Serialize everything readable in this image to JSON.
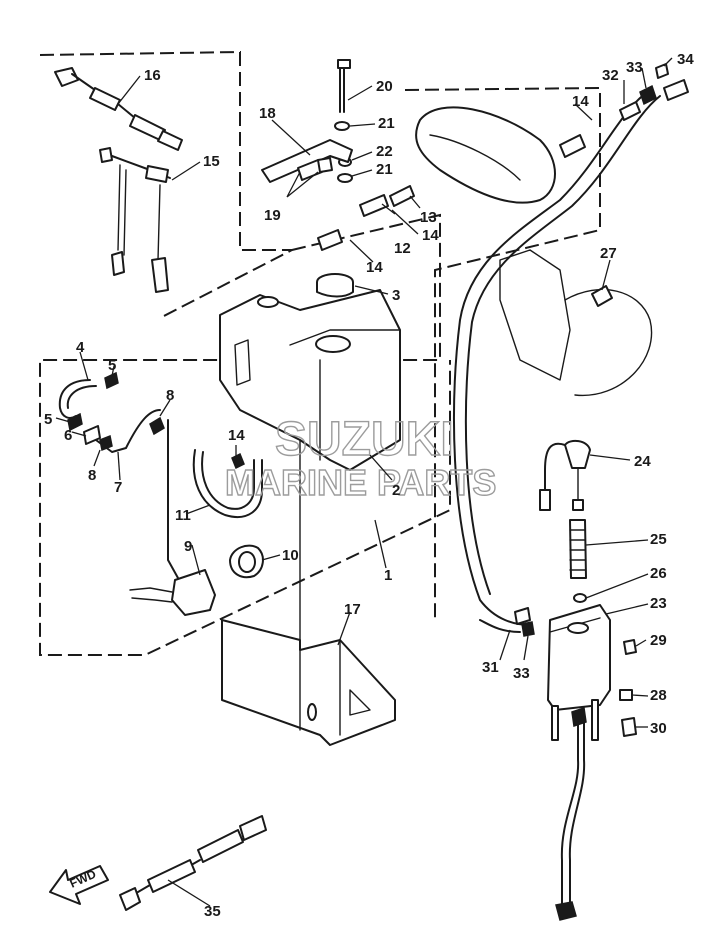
{
  "diagram": {
    "callouts": {
      "p1": "1",
      "p2": "2",
      "p3": "3",
      "p4": "4",
      "p5a": "5",
      "p5b": "5",
      "p6": "6",
      "p7": "7",
      "p8a": "8",
      "p8b": "8",
      "p9": "9",
      "p10": "10",
      "p11": "11",
      "p12": "12",
      "p13": "13",
      "p14a": "14",
      "p14b": "14",
      "p14c": "14",
      "p14d": "14",
      "p15": "15",
      "p16": "16",
      "p17": "17",
      "p18": "18",
      "p19": "19",
      "p20": "20",
      "p21a": "21",
      "p21b": "21",
      "p22": "22",
      "p23": "23",
      "p24": "24",
      "p25": "25",
      "p26": "26",
      "p27": "27",
      "p28": "28",
      "p29": "29",
      "p30": "30",
      "p31": "31",
      "p33a": "33",
      "p33b": "33",
      "p32": "32",
      "p34": "34",
      "p35": "35"
    },
    "watermark_line1": "SUZUKI",
    "watermark_line2": "MARINE PARTS",
    "fwd_label": "FWD"
  }
}
